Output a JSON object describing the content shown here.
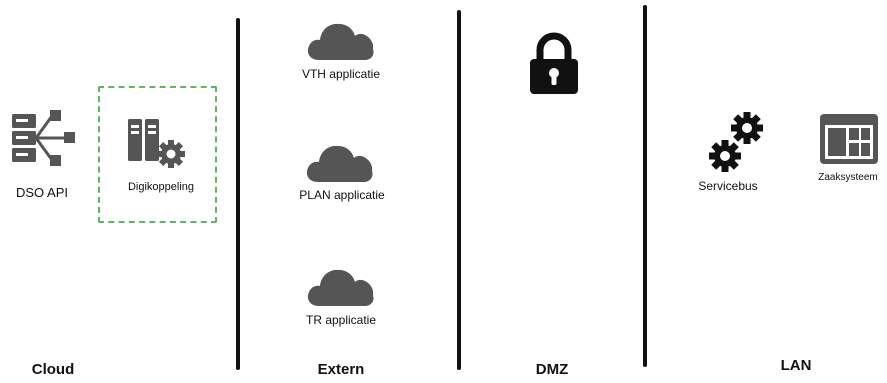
{
  "zones": {
    "cloud": "Cloud",
    "extern": "Extern",
    "dmz": "DMZ",
    "lan": "LAN"
  },
  "cloud_zone": {
    "dso_api": {
      "label": "DSO API",
      "icon": "server-network-icon"
    },
    "digikoppeling": {
      "label": "Digikoppeling",
      "icon": "server-gear-icon"
    }
  },
  "extern_zone": {
    "applications": [
      {
        "label": "VTH applicatie",
        "icon": "cloud-icon"
      },
      {
        "label": "PLAN applicatie",
        "icon": "cloud-icon"
      },
      {
        "label": "TR applicatie",
        "icon": "cloud-icon"
      }
    ]
  },
  "dmz_zone": {
    "icon": "padlock-icon"
  },
  "lan_zone": {
    "servicebus": {
      "label": "Servicebus",
      "icon": "gears-icon"
    },
    "zaaksysteem": {
      "label": "Zaaksysteem",
      "icon": "application-window-icon"
    }
  },
  "colors": {
    "icon": "#555555",
    "dashed_border": "#5cb85c",
    "divider": "#111111"
  }
}
